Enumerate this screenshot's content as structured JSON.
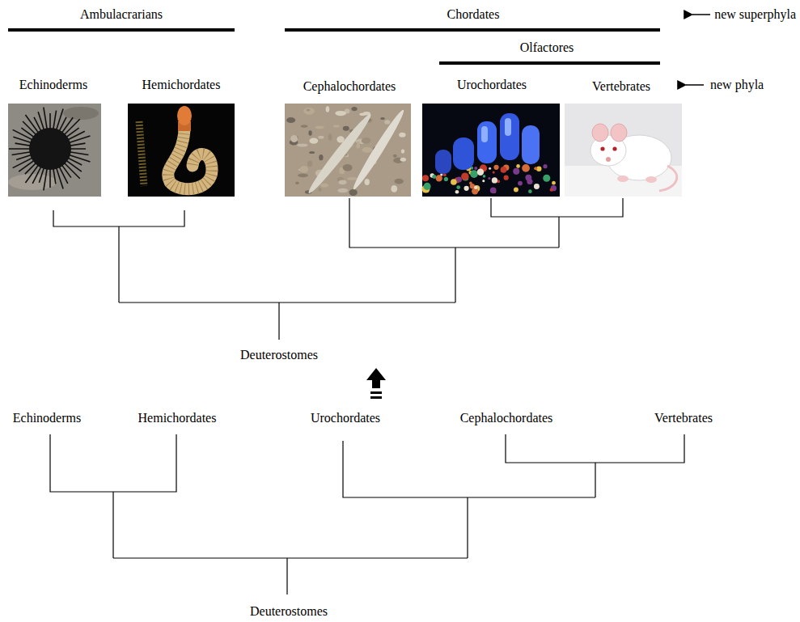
{
  "diagram": {
    "labels": [
      "Ambulacrarians",
      "Chordates",
      "new superphyla",
      "Olfactores",
      "Echinoderms",
      "Hemichordates",
      "Cephalochordates",
      "Urochordates",
      "Vertebrates",
      "new phyla",
      "Deuterostomes",
      "Echinoderms",
      "Hemichordates",
      "Urochordates",
      "Cephalochordates",
      "Vertebrates",
      "Deuterostomes"
    ]
  }
}
